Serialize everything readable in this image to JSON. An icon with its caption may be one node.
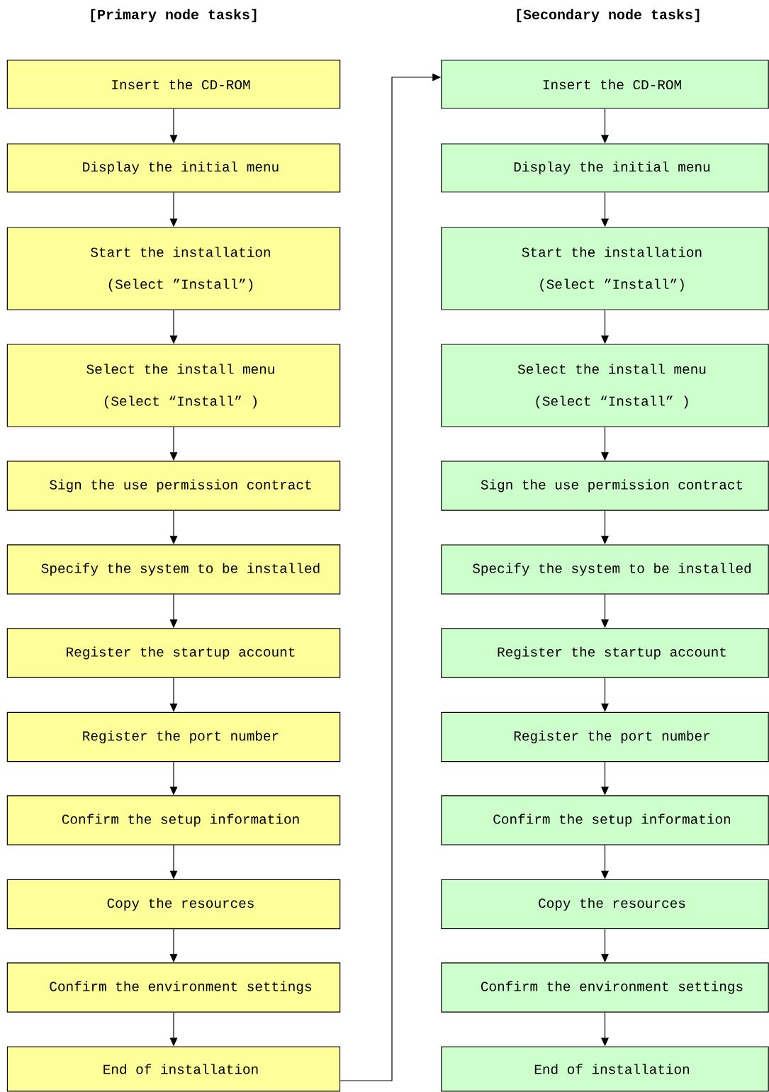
{
  "diagram": {
    "nodes": [
      {
        "text": [
          "Insert the CD-ROM"
        ]
      },
      {
        "text": [
          "Display the initial menu"
        ]
      },
      {
        "text": [
          "Start the installation",
          "(Select ”Install”)"
        ]
      },
      {
        "text": [
          "Select the install menu",
          "(Select  “Install” )"
        ]
      },
      {
        "text": [
          "Sign the use permission contract"
        ]
      },
      {
        "text": [
          "Specify the system to be installed"
        ]
      },
      {
        "text": [
          "Register the startup account"
        ]
      },
      {
        "text": [
          "Register the port number"
        ]
      },
      {
        "text": [
          "Confirm the setup information"
        ]
      },
      {
        "text": [
          "Copy the resources"
        ]
      },
      {
        "text": [
          "Confirm the environment settings"
        ]
      },
      {
        "text": [
          "End of installation"
        ]
      },
      {
        "text": [
          "Insert the CD-ROM"
        ]
      },
      {
        "text": [
          "Display the initial menu"
        ]
      },
      {
        "text": [
          "Start the installation",
          "(Select ”Install”)"
        ]
      },
      {
        "text": [
          "Select the install menu",
          "(Select  “Install” )"
        ]
      },
      {
        "text": [
          "Sign the use permission contract"
        ]
      },
      {
        "text": [
          "Specify the system to be installed"
        ]
      },
      {
        "text": [
          "Register the startup account"
        ]
      },
      {
        "text": [
          "Register the port number"
        ]
      },
      {
        "text": [
          "Confirm the setup information"
        ]
      },
      {
        "text": [
          "Copy the resources"
        ]
      },
      {
        "text": [
          "Confirm the environment settings"
        ]
      },
      {
        "text": [
          "End of installation"
        ]
      }
    ],
    "edges": [
      {
        "from": 0,
        "to": 1,
        "arrow": "to"
      },
      {
        "from": 1,
        "to": 2,
        "arrow": "to"
      },
      {
        "from": 2,
        "to": 3,
        "arrow": "to"
      },
      {
        "from": 3,
        "to": 4,
        "arrow": "to"
      },
      {
        "from": 4,
        "to": 5,
        "arrow": "to"
      },
      {
        "from": 5,
        "to": 6,
        "arrow": "to"
      },
      {
        "from": 6,
        "to": 7,
        "arrow": "to"
      },
      {
        "from": 7,
        "to": 8,
        "arrow": "to"
      },
      {
        "from": 8,
        "to": 9,
        "arrow": "to"
      },
      {
        "from": 9,
        "to": 10,
        "arrow": "to"
      },
      {
        "from": 10,
        "to": 11,
        "arrow": "to"
      },
      {
        "from": 11,
        "to": 12,
        "arrow": "to"
      },
      {
        "from": 12,
        "to": 13,
        "arrow": "to"
      },
      {
        "from": 13,
        "to": 14,
        "arrow": "to"
      },
      {
        "from": 14,
        "to": 15,
        "arrow": "to"
      },
      {
        "from": 15,
        "to": 16,
        "arrow": "to"
      },
      {
        "from": 16,
        "to": 17,
        "arrow": "to"
      },
      {
        "from": 17,
        "to": 18,
        "arrow": "to"
      },
      {
        "from": 18,
        "to": 19,
        "arrow": "to"
      },
      {
        "from": 19,
        "to": 20,
        "arrow": "to"
      },
      {
        "from": 20,
        "to": 21,
        "arrow": "to"
      },
      {
        "from": 21,
        "to": 22,
        "arrow": "to"
      },
      {
        "from": 22,
        "to": 23,
        "arrow": "to"
      }
    ],
    "labels": [
      "[Primary node tasks]",
      "[Secondary node tasks]"
    ]
  }
}
